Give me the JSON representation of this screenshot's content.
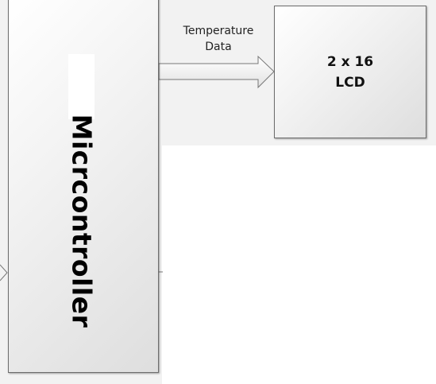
{
  "blocks": {
    "microcontroller": {
      "label": "Micrcontroller"
    },
    "lcd": {
      "label": "2 x 16\nLCD"
    }
  },
  "arrows": {
    "mc_to_lcd": {
      "label": "Temperature\nData"
    }
  },
  "colors": {
    "block_border": "#6d6d6d",
    "background": "#f2f2f2",
    "text": "#000000"
  }
}
